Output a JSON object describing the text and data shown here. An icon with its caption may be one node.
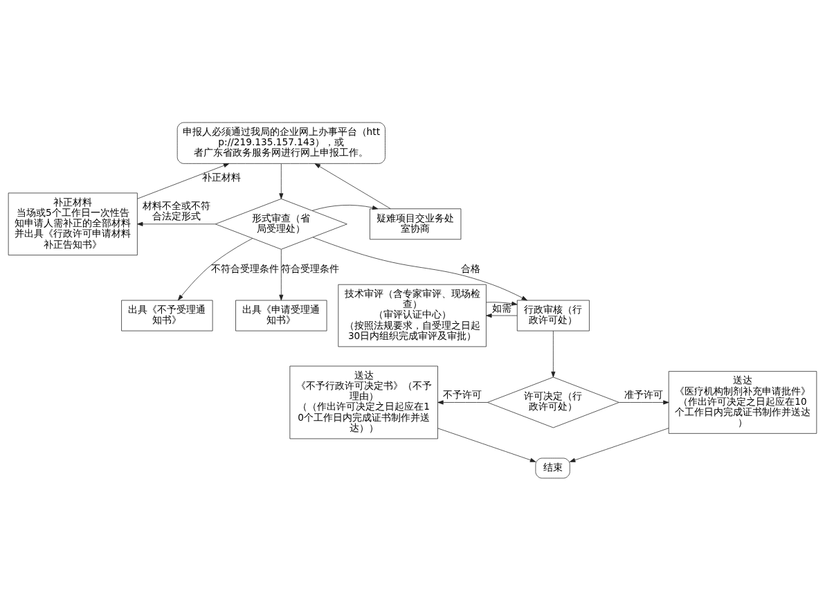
{
  "diagram": {
    "nodes": [
      {
        "text": [
          "申报人必须通过我局的企业网上办事平台（http://219.135.157.143），或者广东省政务服务网进行网上申报工作。"
        ]
      },
      {
        "text": [
          "形式审查（省局受理处）"
        ]
      },
      {
        "text": [
          "补正材料",
          "当场或5个工作日一次性告知申请人需补正的全部材料并出具《行政许可申请材料补正告知书》"
        ]
      },
      {
        "text": [
          "疑难项目交业务处室协商"
        ]
      },
      {
        "text": [
          "出具《不予受理通知书》"
        ]
      },
      {
        "text": [
          "出具《申请受理通知书》"
        ]
      },
      {
        "text": [
          "行政审核（行政许可处）"
        ]
      },
      {
        "text": [
          "技术审评（含专家审评、现场检查）",
          "（审评认证中心）",
          "（按照法规要求，自受理之日起30日内组织完成审评及审批）"
        ]
      },
      {
        "text": [
          "许可决定（行政许可处）"
        ]
      },
      {
        "text": [
          "送达",
          "《不予行政许可决定书》（不予理由）",
          "（（作出许可决定之日起应在10个工作日内完成证书制作并送达））"
        ]
      },
      {
        "text": [
          "送达",
          "《医疗机构制剂补充申请批件》",
          "（作出许可决定之日起应在10个工作日内完成证书制作并送达）"
        ]
      },
      {
        "text": [
          "结束"
        ]
      }
    ],
    "edges": [
      {
        "from": 0,
        "to": 1,
        "arrow": "to"
      },
      {
        "from": 1,
        "to": 2,
        "arrow": "to",
        "label": "材料不全或不符合法定形式"
      },
      {
        "from": 2,
        "to": 0,
        "arrow": "to",
        "label": "补正材料"
      },
      {
        "from": 1,
        "to": 3,
        "arrow": "to"
      },
      {
        "from": 3,
        "to": 0,
        "arrow": "to"
      },
      {
        "from": 1,
        "to": 4,
        "arrow": "to",
        "label": "不符合受理条件"
      },
      {
        "from": 1,
        "to": 5,
        "arrow": "to",
        "label": "符合受理条件"
      },
      {
        "from": 1,
        "to": 6,
        "arrow": "to",
        "label": "合格"
      },
      {
        "from": 6,
        "to": 7,
        "arrow": "to",
        "label": "如需"
      },
      {
        "from": 7,
        "to": 6,
        "arrow": "to"
      },
      {
        "from": 6,
        "to": 8,
        "arrow": "to"
      },
      {
        "from": 8,
        "to": 9,
        "arrow": "to",
        "label": "不予许可"
      },
      {
        "from": 8,
        "to": 10,
        "arrow": "to",
        "label": "准予许可"
      },
      {
        "from": 9,
        "to": 11,
        "arrow": "to"
      },
      {
        "from": 10,
        "to": 11,
        "arrow": "to"
      }
    ]
  }
}
